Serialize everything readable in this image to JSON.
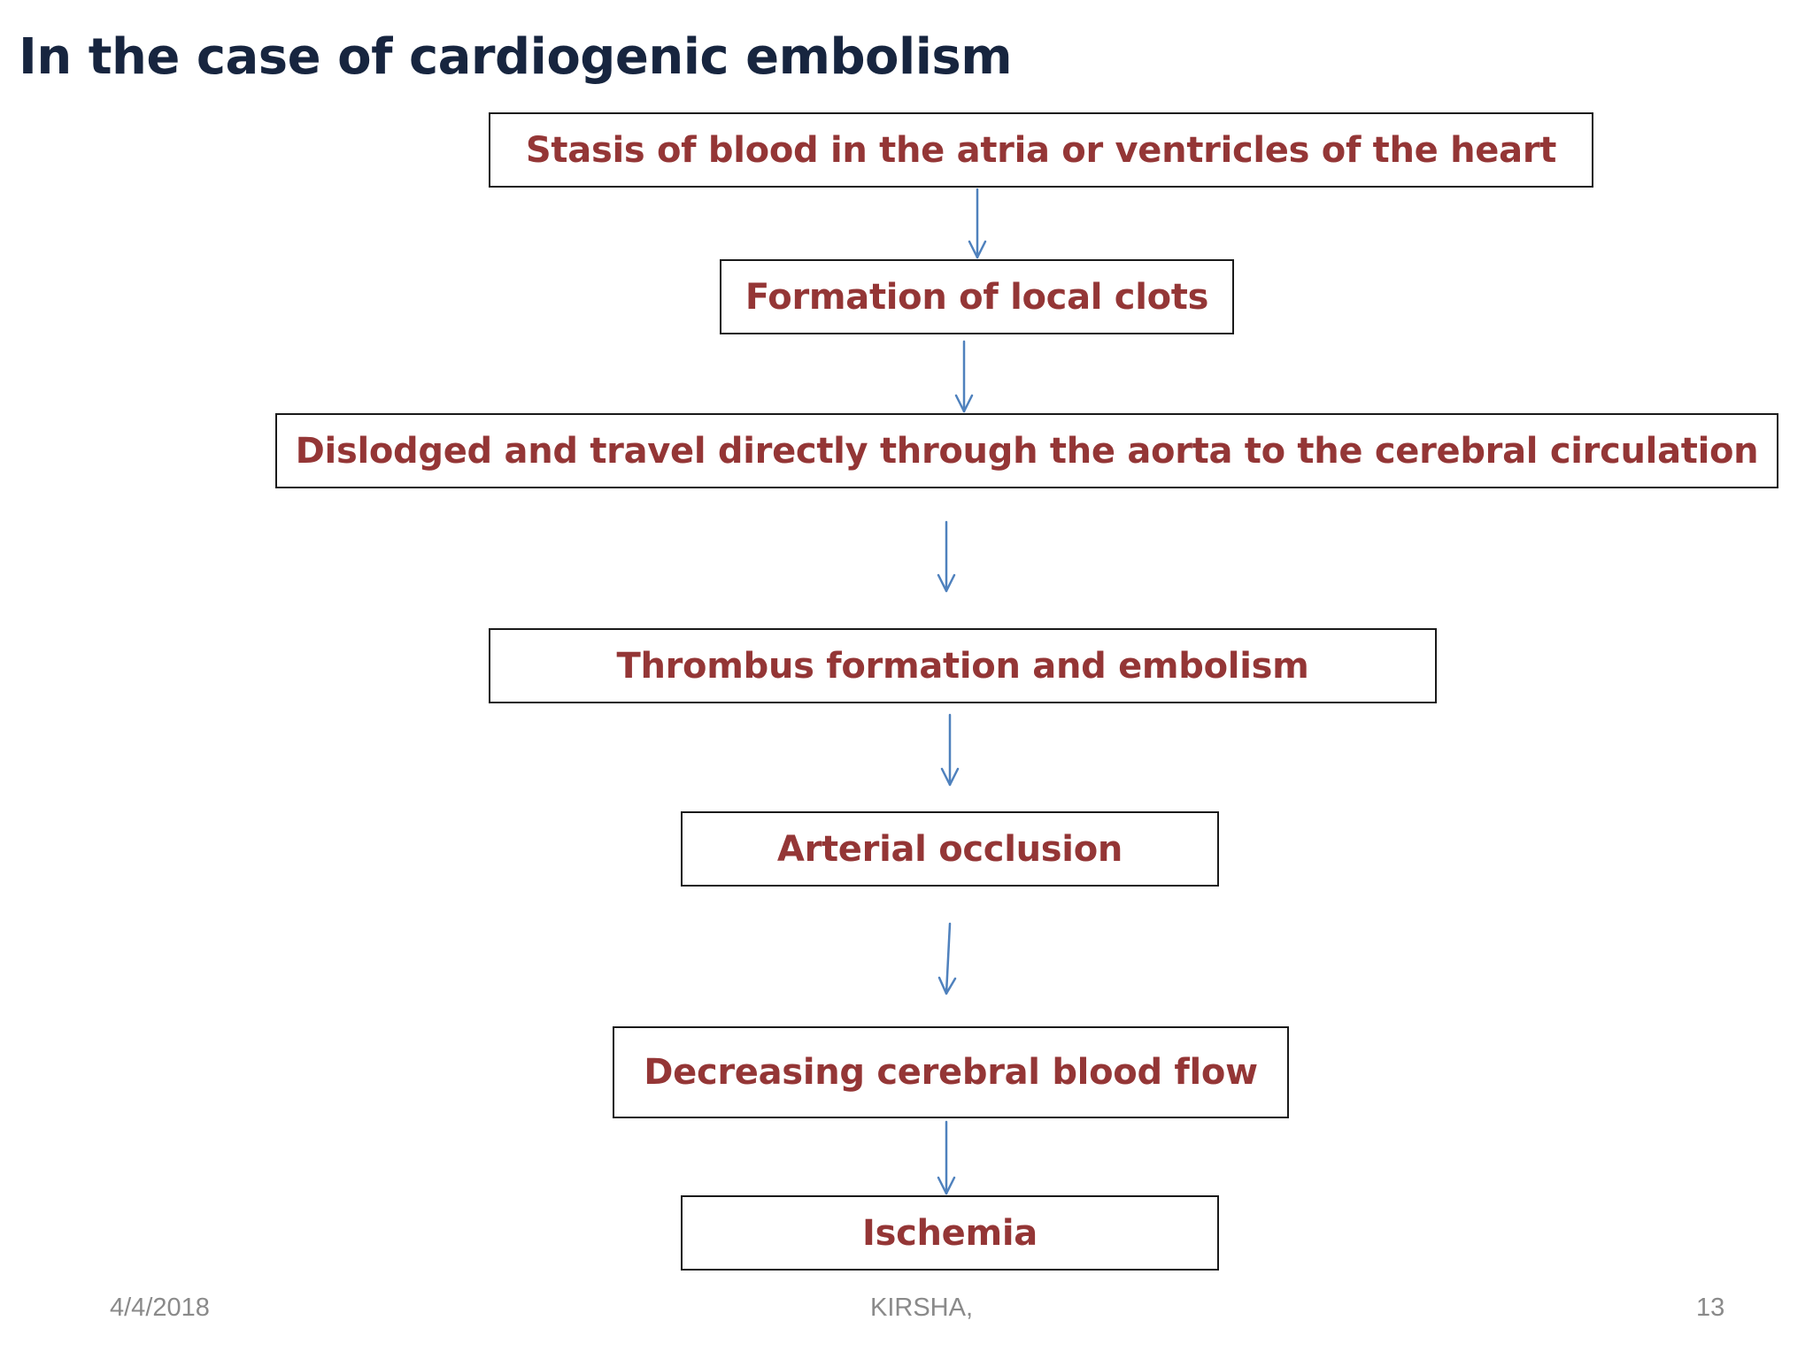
{
  "title": "In the case of cardiogenic embolism",
  "flow": {
    "steps": [
      "Stasis of blood in the  atria or ventricles of the heart",
      "Formation of local clots",
      "Dislodged and travel directly through the aorta to the cerebral circulation",
      "Thrombus formation and embolism",
      "Arterial occlusion",
      "Decreasing cerebral blood flow",
      "Ischemia"
    ]
  },
  "colors": {
    "title": "#17253f",
    "step_text": "#943636",
    "box_border": "#1a1a1a",
    "arrow": "#4f81bd",
    "footer": "#8a8a8a"
  },
  "footer": {
    "date": "4/4/2018",
    "author": "KIRSHA,",
    "page_number": "13"
  }
}
